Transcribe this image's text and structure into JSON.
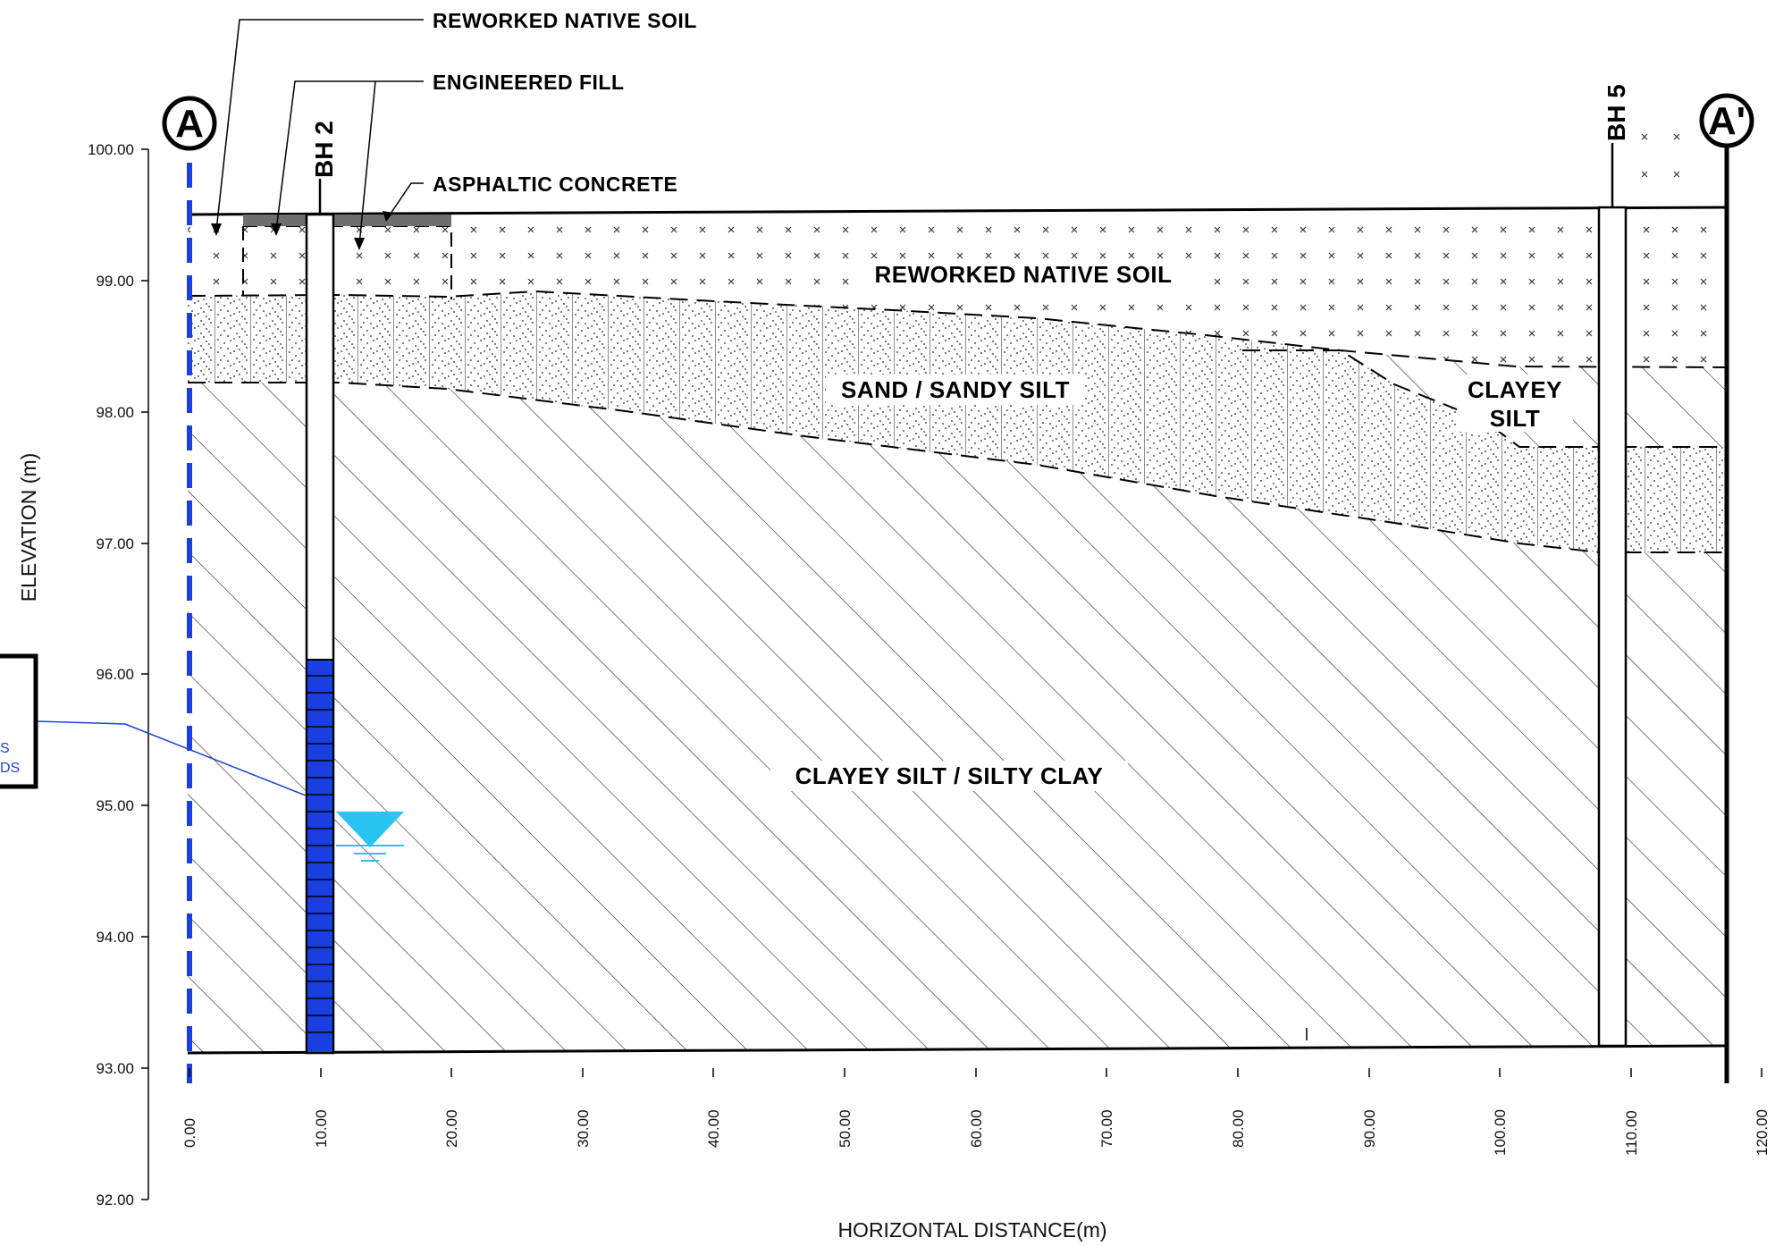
{
  "section": {
    "start_label": "A",
    "end_label": "A'"
  },
  "axes": {
    "y_title": "ELEVATION (m)",
    "x_title": "HORIZONTAL DISTANCE(m)",
    "y_ticks": [
      "100.00",
      "99.00",
      "98.00",
      "97.00",
      "96.00",
      "95.00",
      "94.00",
      "93.00",
      "92.00"
    ],
    "x_ticks": [
      "0.00",
      "10.00",
      "20.00",
      "30.00",
      "40.00",
      "50.00",
      "60.00",
      "70.00",
      "80.00",
      "90.00",
      "100.00",
      "110.00",
      "120.00"
    ]
  },
  "callouts": {
    "reworked_top": "REWORKED NATIVE SOIL",
    "engineered_fill": "ENGINEERED FILL",
    "asphaltic_concrete": "ASPHALTIC CONCRETE"
  },
  "strata_labels": {
    "reworked": "REWORKED NATIVE SOIL",
    "sand": "SAND / SANDY SILT",
    "clayey_silt_line1": "CLAYEY",
    "clayey_silt_line2": "SILT",
    "clay": "CLAYEY SILT / SILTY CLAY"
  },
  "boreholes": [
    {
      "name": "BH 2"
    },
    {
      "name": "BH 5"
    }
  ],
  "note": {
    "line1": "S",
    "line2": "DS"
  },
  "colors": {
    "line": "#000000",
    "well_screen": "#1a3fe0",
    "water_table": "#29c3f0",
    "section_line": "#1a3fe0",
    "asphalt": "#6e6e6e"
  },
  "icons": {
    "water_table": "water-table-triangle-icon"
  }
}
